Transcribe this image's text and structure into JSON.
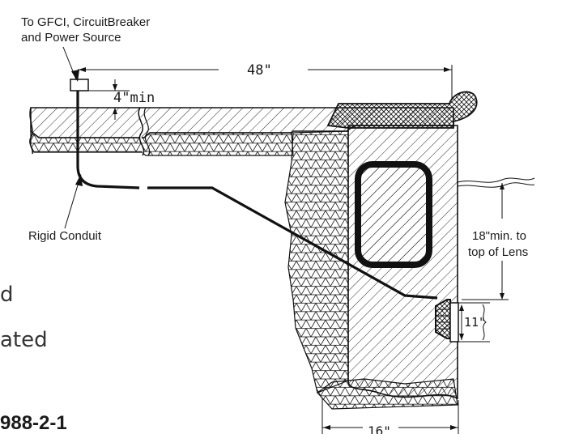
{
  "labels": {
    "power_source_line1": "To GFCI, CircuitBreaker",
    "power_source_line2": "and Power Source",
    "width_dim": "48\"",
    "depth_dim": "4\"min",
    "conduit": "Rigid Conduit",
    "lens_line1": "18\"min. to",
    "lens_line2": "top of Lens",
    "lens_size": "11\"",
    "bottom_dim": "16\"",
    "partial_word1": "d",
    "partial_word2": "ated",
    "figure_id": "988-2-1"
  },
  "colors": {
    "line": "#111111",
    "page_text": "#333333"
  }
}
